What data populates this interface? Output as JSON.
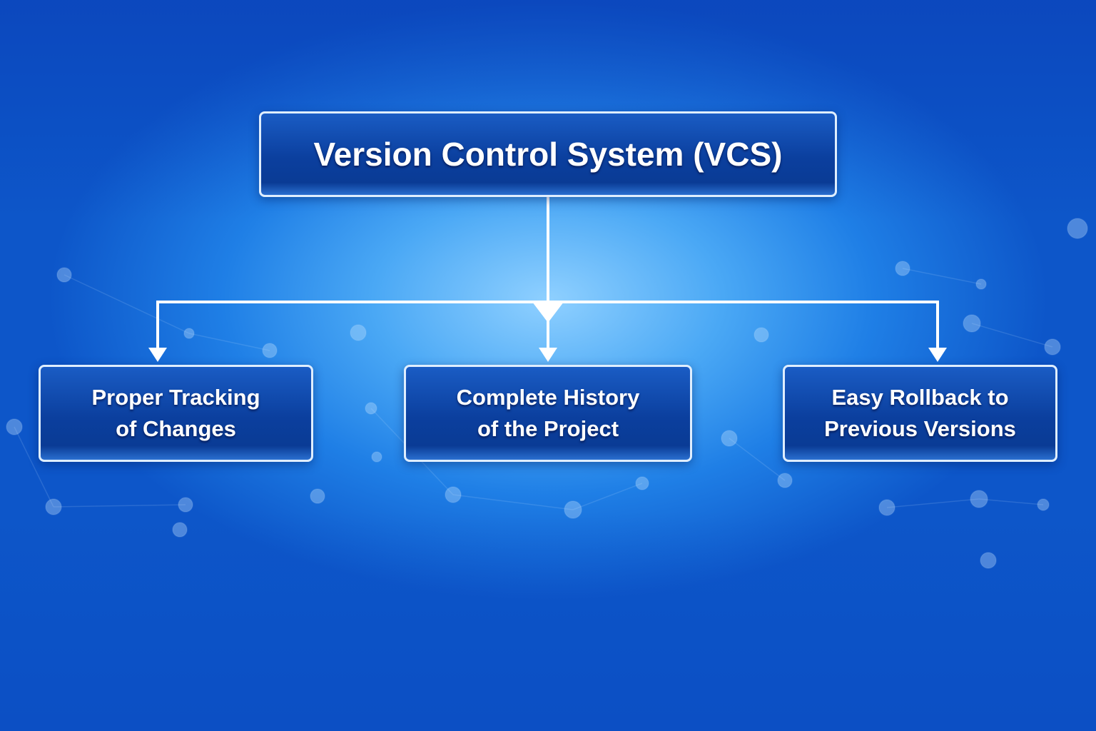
{
  "root": {
    "label": "Version Control System (VCS)"
  },
  "children": [
    {
      "line1": "Proper Tracking",
      "line2": "of Changes"
    },
    {
      "line1": "Complete History",
      "line2": "of the Project"
    },
    {
      "line1": "Easy Rollback to",
      "line2": "Previous Versions"
    }
  ]
}
